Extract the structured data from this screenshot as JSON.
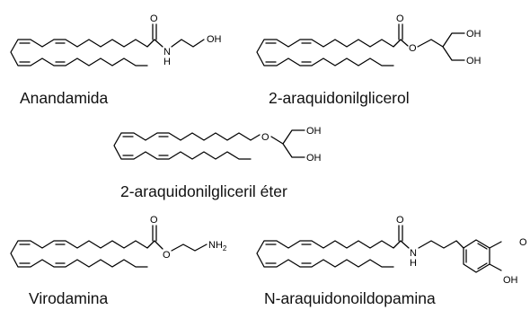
{
  "molecules": [
    {
      "name": "Anandamida",
      "atoms": {
        "o_carbonyl": "O",
        "nh": "H",
        "n": "N",
        "oh": "OH"
      }
    },
    {
      "name": "2-araquidonilglicerol",
      "atoms": {
        "o_carbonyl": "O",
        "o_ester": "O",
        "oh_top": "OH",
        "oh_bottom": "OH"
      }
    },
    {
      "name": "2-araquidonilgliceril éter",
      "atoms": {
        "o_ether": "O",
        "oh_top": "OH",
        "oh_bottom": "OH"
      }
    },
    {
      "name": "Virodamina",
      "atoms": {
        "o_carbonyl": "O",
        "o_ester": "O",
        "nh2": "NH",
        "nh2_sub": "2"
      }
    },
    {
      "name": "N-araquidonoildopamina",
      "atoms": {
        "o_carbonyl": "O",
        "nh": "H",
        "n": "N",
        "oh_top": "O",
        "oh_bottom": "OH"
      }
    }
  ]
}
